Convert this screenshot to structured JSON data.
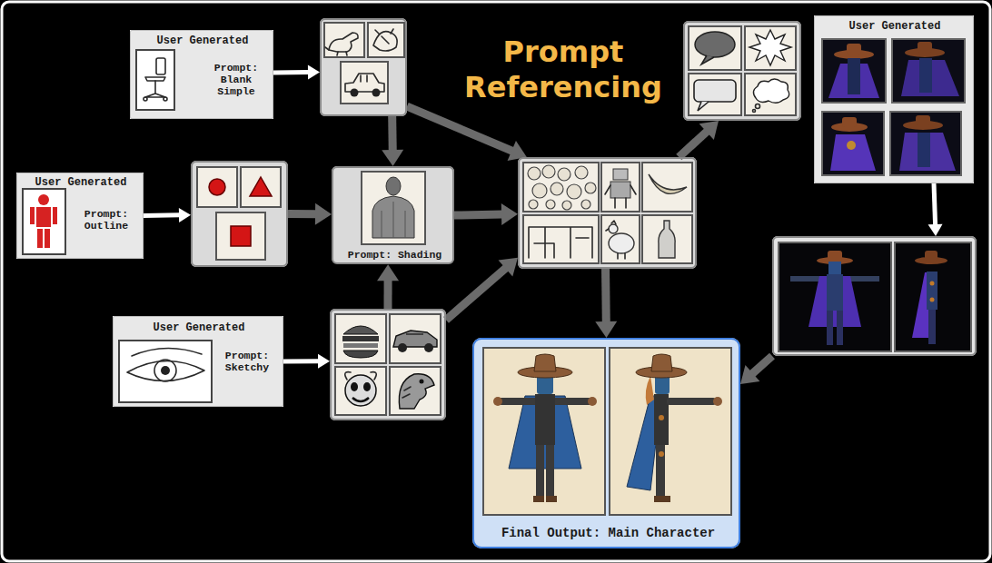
{
  "diagram": {
    "title": "Prompt Referencing",
    "nodes": [
      {
        "text": [
          "User Generated",
          "Prompt: Blank Simple"
        ]
      },
      {
        "text": []
      },
      {
        "text": []
      },
      {
        "text": [
          "User Generated"
        ]
      },
      {
        "text": [
          "User Generated",
          "Prompt: Outline"
        ]
      },
      {
        "text": []
      },
      {
        "text": [
          "Prompt: Shading"
        ]
      },
      {
        "text": []
      },
      {
        "text": []
      },
      {
        "text": [
          "User Generated",
          "Prompt: Sketchy"
        ]
      },
      {
        "text": []
      },
      {
        "text": [
          "Final Output: Main Character"
        ]
      }
    ],
    "edges": [
      {
        "from": 0,
        "to": 1,
        "arrow": "to"
      },
      {
        "from": 1,
        "to": 6,
        "arrow": "to"
      },
      {
        "from": 1,
        "to": 7,
        "arrow": "to"
      },
      {
        "from": 4,
        "to": 5,
        "arrow": "to"
      },
      {
        "from": 5,
        "to": 6,
        "arrow": "to"
      },
      {
        "from": 6,
        "to": 7,
        "arrow": "to"
      },
      {
        "from": 10,
        "to": 6,
        "arrow": "to"
      },
      {
        "from": 10,
        "to": 7,
        "arrow": "to"
      },
      {
        "from": 9,
        "to": 10,
        "arrow": "to"
      },
      {
        "from": 7,
        "to": 2,
        "arrow": "to"
      },
      {
        "from": 7,
        "to": 11,
        "arrow": "to"
      },
      {
        "from": 3,
        "to": 8,
        "arrow": "to"
      },
      {
        "from": 8,
        "to": 11,
        "arrow": "to"
      }
    ]
  }
}
